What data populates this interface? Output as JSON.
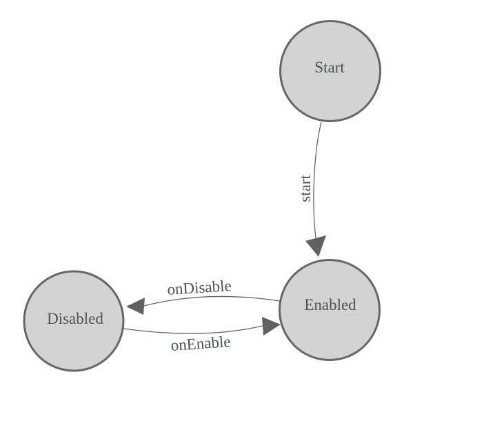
{
  "diagram": {
    "kind": "state-machine",
    "nodes": [
      {
        "id": "start",
        "label": "Start"
      },
      {
        "id": "enabled",
        "label": "Enabled"
      },
      {
        "id": "disabled",
        "label": "Disabled"
      }
    ],
    "edges": [
      {
        "from": "Start",
        "to": "Enabled",
        "label": "start"
      },
      {
        "from": "Enabled",
        "to": "Disabled",
        "label": "onDisable"
      },
      {
        "from": "Disabled",
        "to": "Enabled",
        "label": "onEnable"
      }
    ],
    "colors": {
      "node_fill": "#d3d3d3",
      "node_border": "#666666",
      "edge": "#646464",
      "arrowhead": "#616161",
      "text": "#4e5256",
      "background": "#ffffff"
    }
  }
}
